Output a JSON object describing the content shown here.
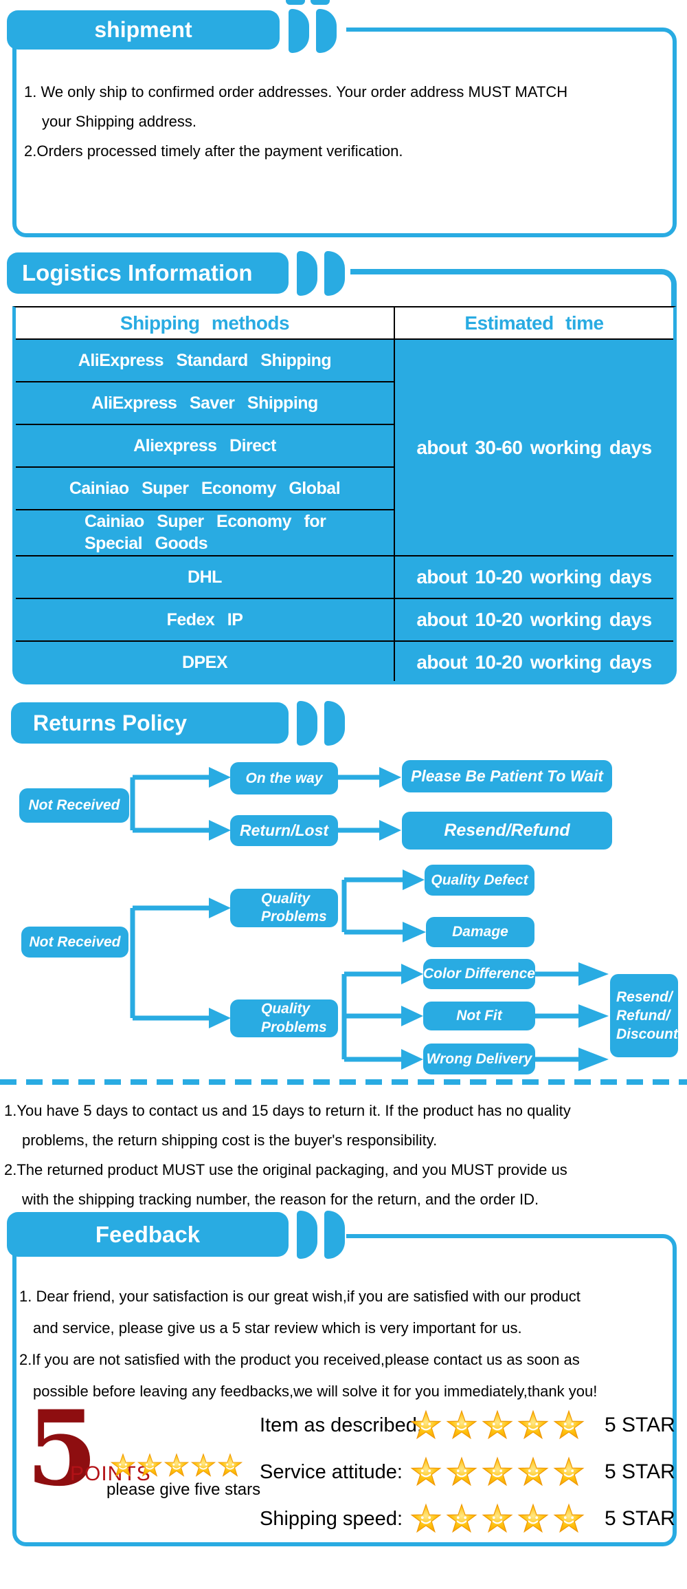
{
  "colors": {
    "blue": "#29abe2",
    "dark_red": "#8e0e10",
    "points_red": "#b31217",
    "star_gold": "#ffc20e"
  },
  "shipment": {
    "title": "shipment",
    "lines": [
      "1. We only ship to confirmed order addresses. Your order address MUST MATCH",
      "your Shipping address.",
      "2.Orders processed timely after the payment verification."
    ]
  },
  "logistics": {
    "title": "Logistics Information",
    "table": {
      "col1_header": "Shipping methods",
      "col2_header": "Estimated time",
      "merged_time": "about 30-60 working days",
      "rows": [
        {
          "method": "AliExpress Standard Shipping"
        },
        {
          "method": "AliExpress Saver Shipping"
        },
        {
          "method": "Aliexpress Direct"
        },
        {
          "method": "Cainiao Super Economy Global"
        },
        {
          "method": "Cainiao Super Economy for\nSpecial Goods"
        },
        {
          "method": "DHL",
          "time": "about 10-20 working days"
        },
        {
          "method": "Fedex IP",
          "time": "about 10-20 working days"
        },
        {
          "method": "DPEX",
          "time": "about 10-20 working days"
        }
      ]
    }
  },
  "returns": {
    "title": "Returns Policy",
    "flow": {
      "not_received_1": "Not Received",
      "on_the_way": "On the way",
      "please_wait": "Please Be Patient To Wait",
      "return_lost": "Return/Lost",
      "resend_refund": "Resend/Refund",
      "not_received_2": "Not Received",
      "quality_problems_1": "Quality\nProblems",
      "quality_defect": "Quality Defect",
      "damage": "Damage",
      "quality_problems_2": "Quality\nProblems",
      "color_difference": "Color Difference",
      "not_fit": "Not Fit",
      "wrong_delivery": "Wrong Delivery",
      "resend_refund_discount": "Resend/\nRefund/\nDiscount"
    },
    "policy_lines": [
      "1.You have 5 days to contact us and 15 days to return it. If the product has no quality",
      "problems, the return shipping cost is the buyer's responsibility.",
      "2.The returned product MUST use the original packaging, and you MUST provide us",
      "with the shipping tracking number, the reason for the return, and the order ID."
    ]
  },
  "feedback": {
    "title": "Feedback",
    "lines": [
      "1. Dear friend, your satisfaction is our great wish,if you are satisfied with our product",
      "and service, please give us a 5 star review which is very important for us.",
      "2.If you are not satisfied with the product you received,please contact us as soon as",
      "possible before leaving any feedbacks,we will solve it for you immediately,thank you!"
    ],
    "points": {
      "number": "5",
      "label": "POINTS",
      "caption": "please give five stars"
    },
    "rows": [
      {
        "label": "Item as described:",
        "rating": "5 STAR"
      },
      {
        "label": "Service attitude:",
        "rating": "5 STAR"
      },
      {
        "label": "Shipping speed:",
        "rating": "5 STAR"
      }
    ]
  }
}
